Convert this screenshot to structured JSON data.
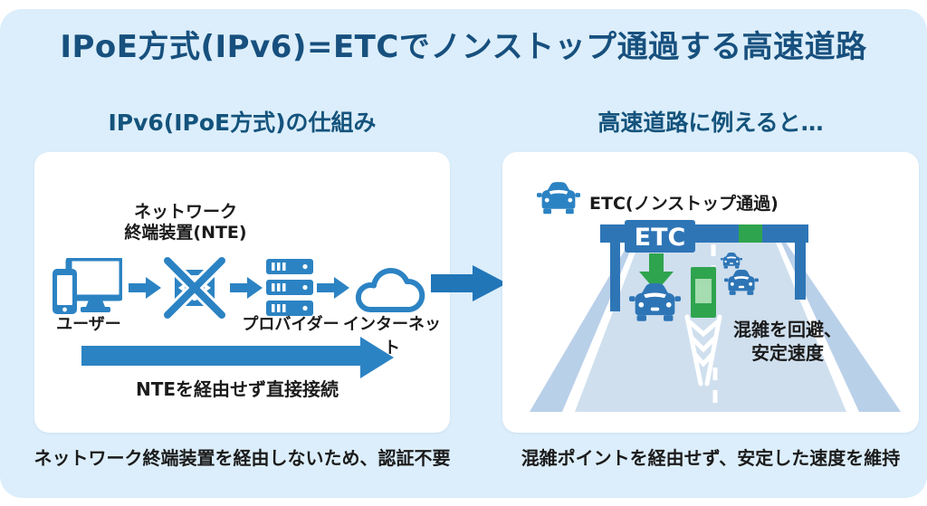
{
  "title": "IPoE方式(IPv6)=ETCでノンストップ通過する高速道路",
  "left_section": {
    "heading": "IPv6(IPoE方式)の仕組み",
    "nte_label": {
      "line1": "ネットワーク",
      "line2": "終端装置(NTE)"
    },
    "user_label": "ユーザー",
    "provider_label": "プロバイダー",
    "internet_label": "インターネット",
    "bypass_arrow_label": "NTEを経由せず直接接続",
    "caption": "ネットワーク終端装置を経由しないため、認証不要"
  },
  "right_section": {
    "heading": "高速道路に例えると…",
    "etc_title": "ETC(ノンストップ通過)",
    "gate_sign_label": "ETC",
    "road_note": {
      "line1": "混雑を回避、",
      "line2": "安定速度"
    },
    "caption": "混雑ポイントを経由せず、安定した速度を維持"
  },
  "icons": {
    "user_devices": "phone-and-monitor-icon",
    "nte_device": "crossed-out-modem-icon",
    "provider": "server-stack-icon",
    "internet": "cloud-icon",
    "flow_arrows": "right-arrow-icon",
    "bypass_arrow": "long-right-arrow-icon",
    "transfer_arrow": "big-right-arrow-icon",
    "car": "car-front-icon",
    "gate_pass": "green-down-arrow-icon"
  },
  "colors": {
    "background": "#dceefb",
    "panel": "#ffffff",
    "title_text": "#17507e",
    "heading_text": "#14537c",
    "body_text": "#1b1b1b",
    "icon_blue": "#2c83c3",
    "deep_blue": "#2e75b6",
    "transfer_arrow_blue": "#2176b8",
    "green": "#2fa44e",
    "road": "#cfdfee",
    "road_edge_band": "#b9d0e9"
  }
}
